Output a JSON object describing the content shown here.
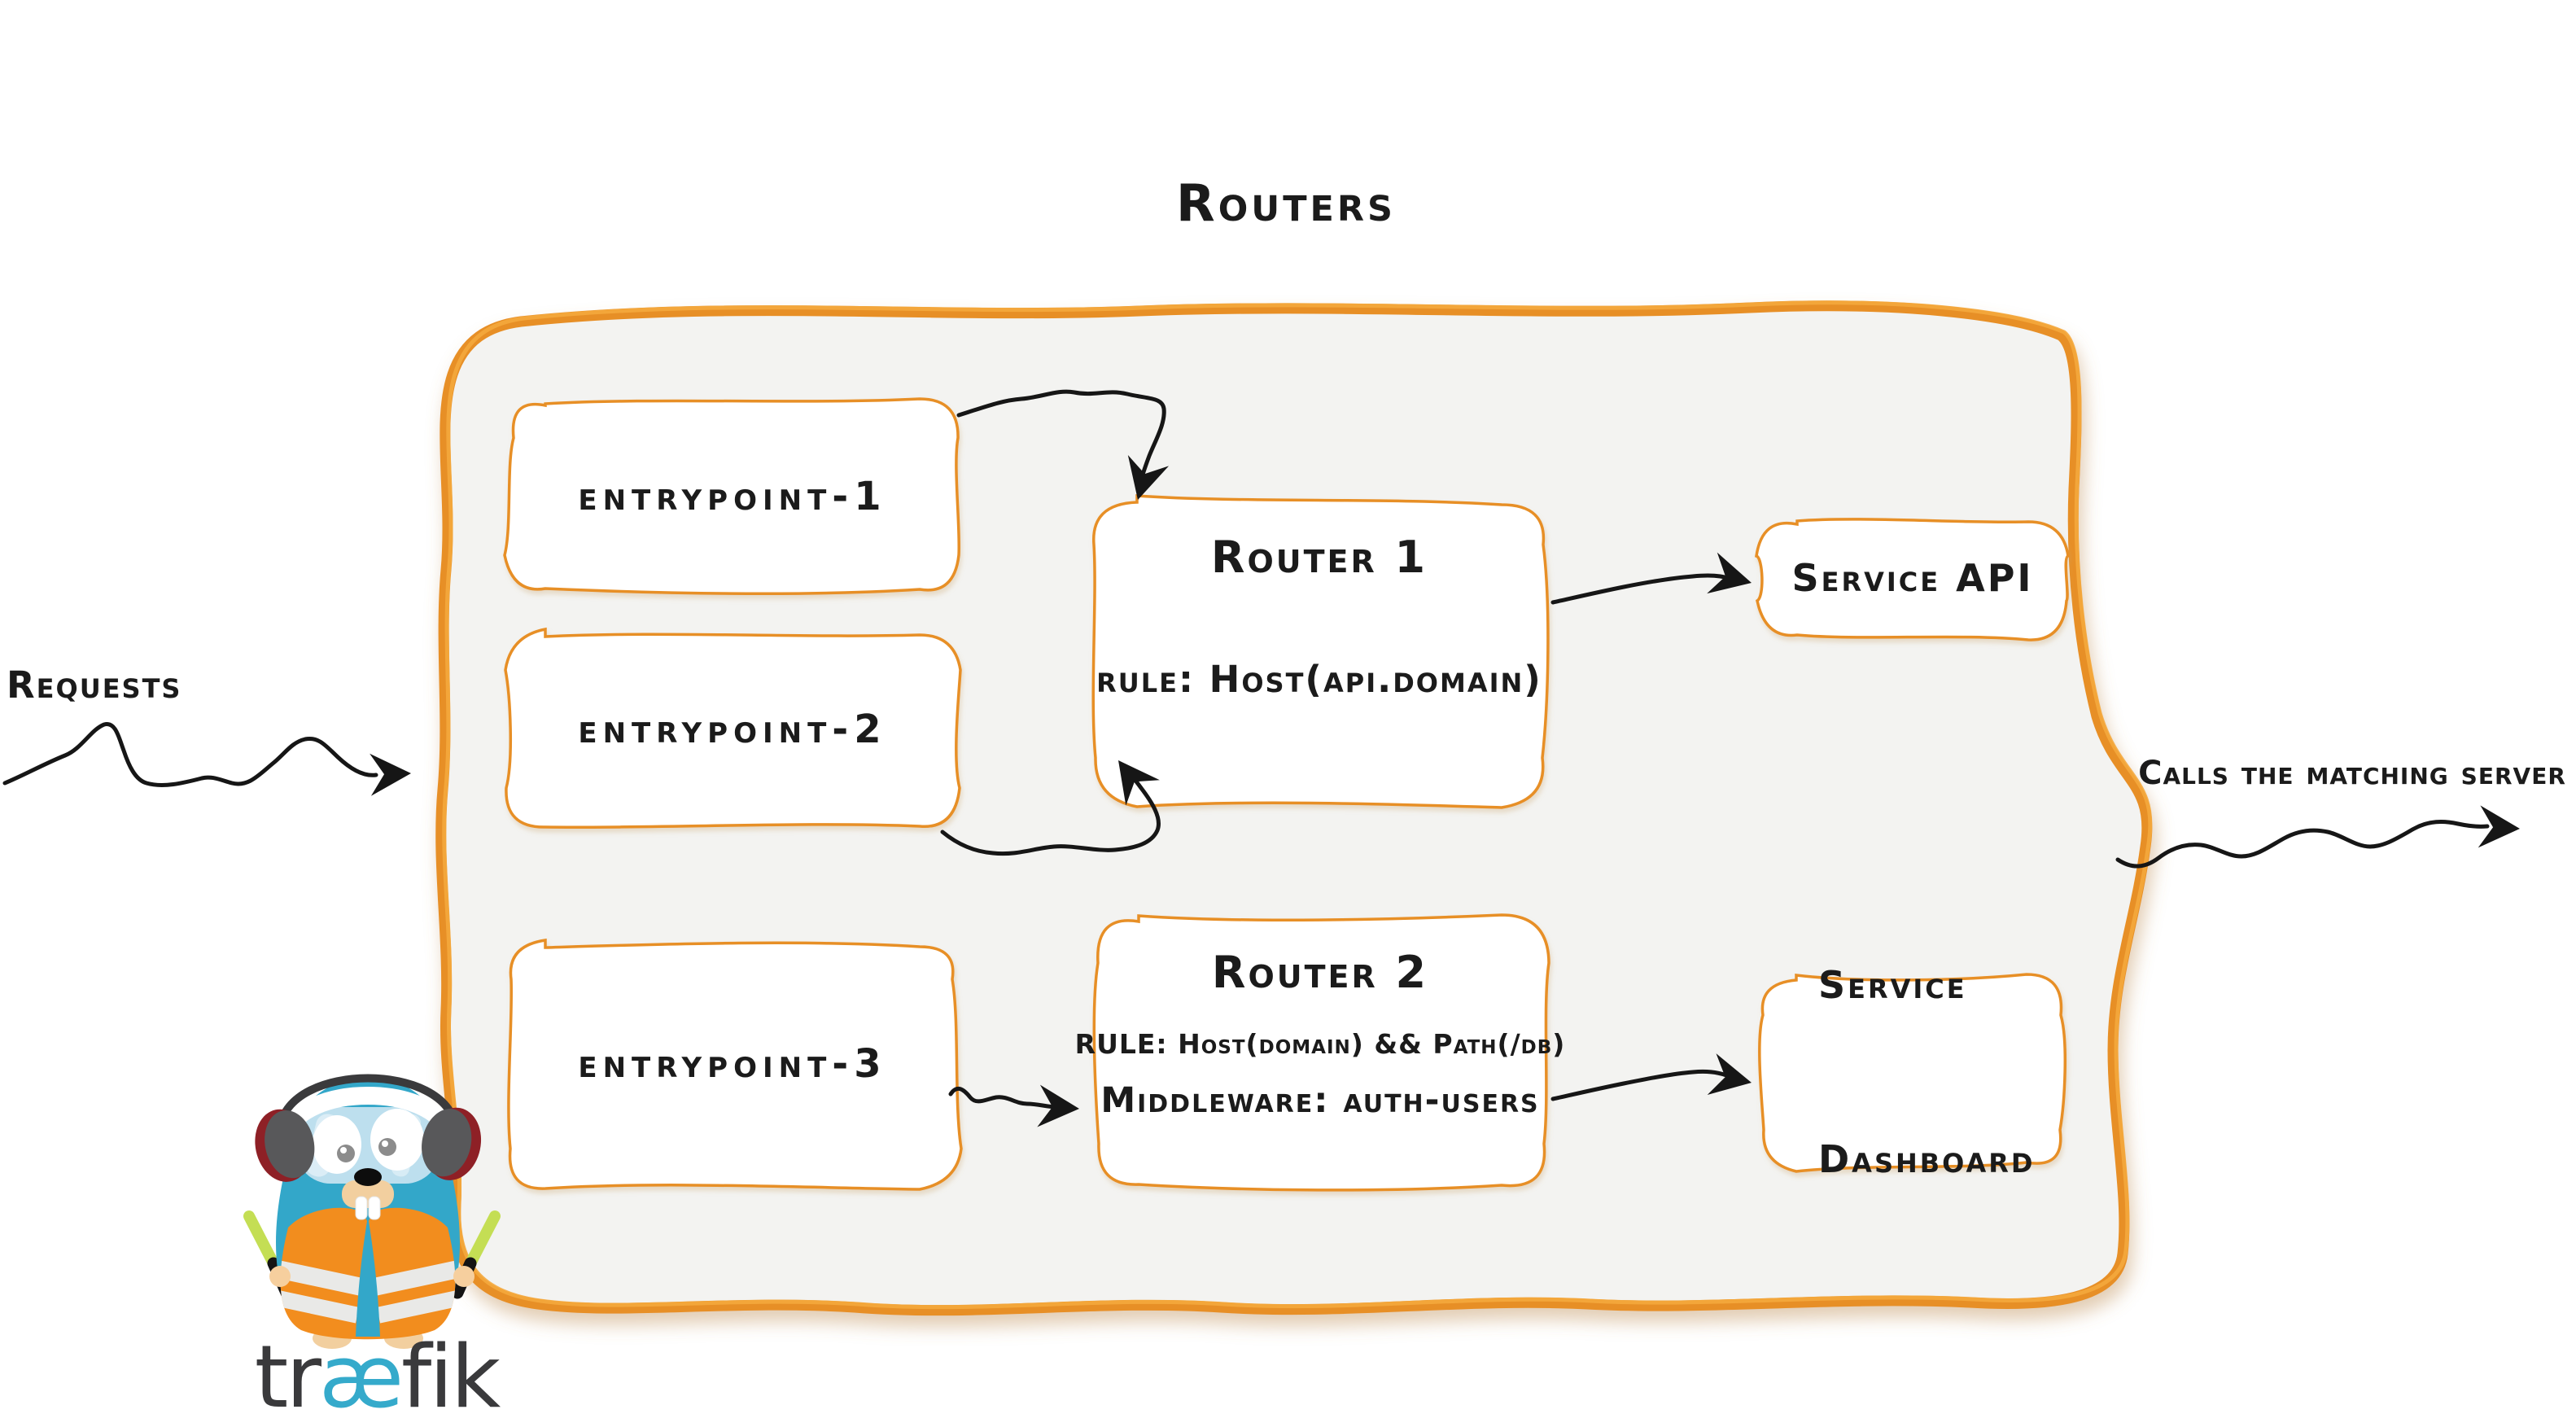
{
  "title": "Routers",
  "left_label": {
    "text": "Requests"
  },
  "right_label": {
    "text": "Calls the matching server"
  },
  "entrypoints": [
    {
      "label": "entrypoint-1"
    },
    {
      "label": "entrypoint-2"
    },
    {
      "label": "entrypoint-3"
    }
  ],
  "routers": [
    {
      "title": "Router 1",
      "rule": "rule: Host(api.domain)"
    },
    {
      "title": "Router 2",
      "rule": "RULE: Host(domain) && Path(/db)",
      "middleware": "Middleware: auth-users"
    }
  ],
  "services": [
    {
      "label": "Service API"
    },
    {
      "label": "Service",
      "label2": "Dashboard"
    }
  ],
  "logo": {
    "wordmark_pre": "tr",
    "wordmark_mid": "æ",
    "wordmark_post": "fik"
  },
  "colors": {
    "accent": "#E78F28",
    "container_fill": "#F3F3F1",
    "ink": "#1B1B1B",
    "gopher_blue": "#33A7C9",
    "vest_orange": "#F28D1E",
    "stick_green": "#C4DE54",
    "wordmark_gray": "#3A3A3C",
    "wordmark_blue": "#35AACB"
  }
}
